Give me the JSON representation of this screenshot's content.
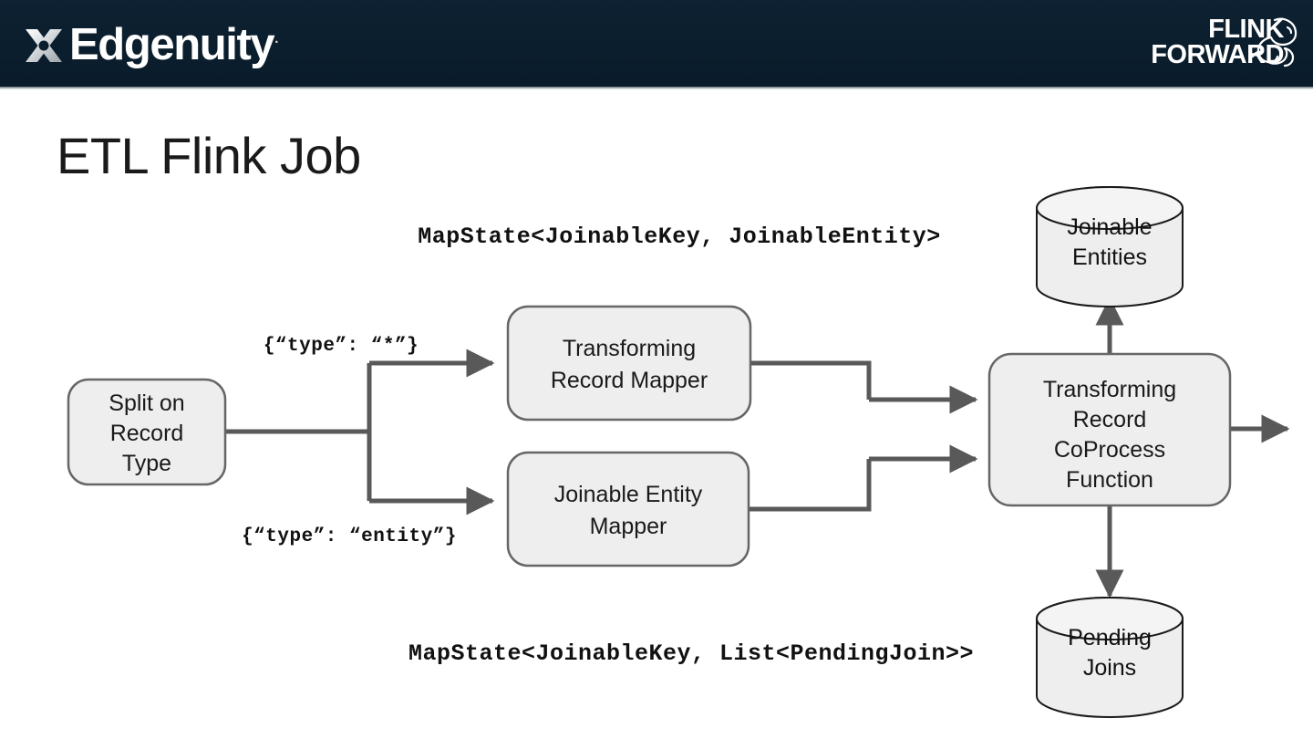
{
  "header": {
    "brand": {
      "name": "Edgenuity",
      "registered_mark": "·",
      "logo_icon": "edgenuity-x-mark"
    },
    "conference": {
      "line1": "FLINK",
      "line2": "FORWARD",
      "logo_icon": "flink-squirrel-icon"
    },
    "background_color": "#0b1e2d"
  },
  "slide": {
    "title": "ETL Flink Job",
    "background_color": "#ffffff"
  },
  "diagram": {
    "type": "flowchart",
    "node_fill": "#eeeeee",
    "node_stroke": "#666666",
    "connector_color": "#595959",
    "nodes": [
      {
        "id": "split",
        "shape": "rounded-rect",
        "lines": [
          "Split on",
          "Record",
          "Type"
        ]
      },
      {
        "id": "transforming-record-mapper",
        "shape": "rounded-rect",
        "lines": [
          "Transforming",
          "Record Mapper"
        ]
      },
      {
        "id": "joinable-entity-mapper",
        "shape": "rounded-rect",
        "lines": [
          "Joinable Entity",
          "Mapper"
        ]
      },
      {
        "id": "coprocess",
        "shape": "rounded-rect",
        "lines": [
          "Transforming",
          "Record",
          "CoProcess",
          "Function"
        ]
      },
      {
        "id": "joinable-entities-store",
        "shape": "cylinder",
        "lines": [
          "Joinable",
          "Entities"
        ]
      },
      {
        "id": "pending-joins-store",
        "shape": "cylinder",
        "lines": [
          "Pending",
          "Joins"
        ]
      }
    ],
    "annotations": {
      "state_top": "MapState<JoinableKey, JoinableEntity>",
      "state_bottom": "MapState<JoinableKey, List<PendingJoin>>",
      "branch_top": "{“type”: “*”}",
      "branch_bottom": "{“type”: “entity”}"
    },
    "edges": [
      {
        "from": "split",
        "to": "transforming-record-mapper",
        "label": "{“type”: “*”}"
      },
      {
        "from": "split",
        "to": "joinable-entity-mapper",
        "label": "{“type”: “entity”}"
      },
      {
        "from": "transforming-record-mapper",
        "to": "coprocess",
        "label": ""
      },
      {
        "from": "joinable-entity-mapper",
        "to": "coprocess",
        "label": ""
      },
      {
        "from": "coprocess",
        "to": "joinable-entities-store",
        "label": ""
      },
      {
        "from": "coprocess",
        "to": "pending-joins-store",
        "label": ""
      },
      {
        "from": "coprocess",
        "to": "output",
        "label": ""
      }
    ]
  }
}
